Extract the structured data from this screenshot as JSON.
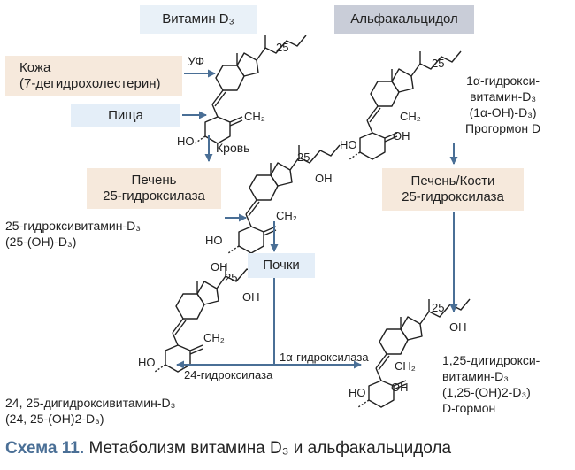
{
  "headers": {
    "vitamin": "Витамин D₃",
    "alfacalcidol": "Альфакальцидол"
  },
  "left_boxes": {
    "skin_line1": "Кожа",
    "skin_line2": "(7-дегидрохолестерин)",
    "food": "Пища",
    "liver_line1": "Печень",
    "liver_line2": "25-гидроксилаза",
    "kidneys": "Почки"
  },
  "right_boxes": {
    "liver_bone_line1": "Печень/Кости",
    "liver_bone_line2": "25-гидроксилаза"
  },
  "arrow_labels": {
    "uv": "УФ",
    "blood": "Кровь",
    "hydroxylase_1a": "1α-гидроксилаза",
    "hydroxylase_24": "24-гидроксилаза"
  },
  "compounds": {
    "c25_line1": "25-гидроксивитамин-D₃",
    "c25_line2": "(25-(OH)-D₃)",
    "c2425_line1": "24, 25-дигидроксивитамин-D₃",
    "c2425_line2": "(24, 25-(OH)2-D₃)",
    "alfa_line1": "1α-гидрокси-",
    "alfa_line2": "витамин-D₃",
    "alfa_line3": "(1α-OH)-D₃)",
    "alfa_line4": "Прогормон D",
    "c125_line1": "1,25-дигидрокси-",
    "c125_line2": "витамин-D₃",
    "c125_line3": "(1,25-(OH)2-D₃)",
    "c125_line4": "D-гормон"
  },
  "atom_labels": {
    "n25": "25",
    "ho": "HO",
    "oh": "OH",
    "ch2": "CH₂"
  },
  "caption": {
    "number": "Схема 11.",
    "text": "Метаболизм витамина D₃ и альфакальцидола"
  },
  "colors": {
    "header_vitamin_bg": "#e9f1f8",
    "header_alfa_bg": "#c9cdd8",
    "peach_bg": "#f6e9dc",
    "blue_bg": "#e4eef8",
    "arrow": "#4a6f96",
    "caption_number": "#4a6f96"
  }
}
